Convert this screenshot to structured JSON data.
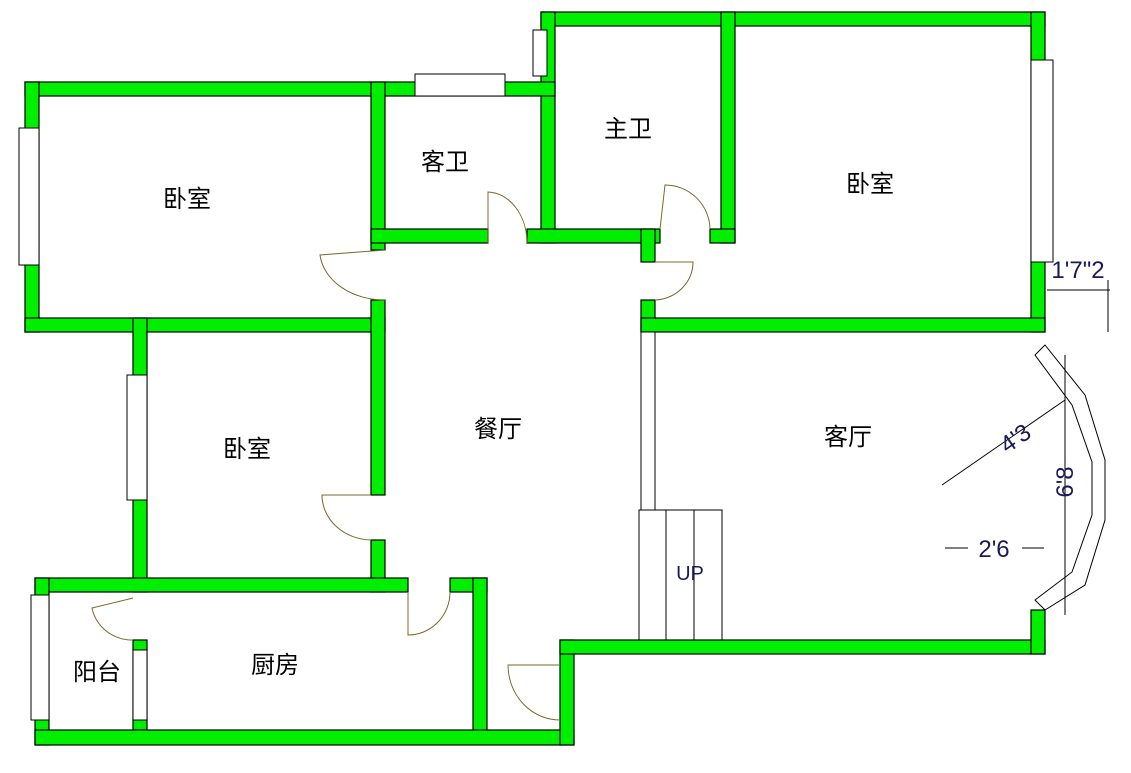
{
  "rooms": {
    "bedroom_nw": "卧室",
    "guest_bath": "客卫",
    "master_bath": "主卫",
    "bedroom_ne": "卧室",
    "bedroom_w": "卧室",
    "dining": "餐厅",
    "living": "客厅",
    "balcony": "阳台",
    "kitchen": "厨房"
  },
  "stairs_label": "UP",
  "dimensions": {
    "window_offset": "1'7\"2",
    "bay_depth": "4'3",
    "bay_width": "6'8",
    "bay_half": "2'6"
  },
  "colors": {
    "wall": "#00ee00",
    "dimension": "#1a1a5a"
  }
}
